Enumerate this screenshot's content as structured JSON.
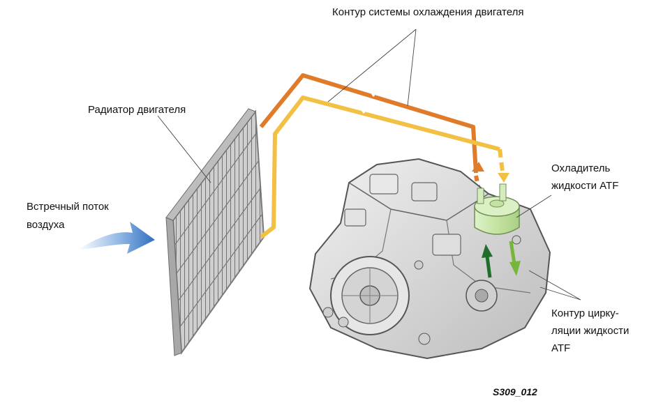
{
  "labels": {
    "engine_cooling_circuit": "Контур системы охлаждения двигателя",
    "engine_radiator": "Радиатор двигателя",
    "airflow_line1": "Встречный поток",
    "airflow_line2": "воздуха",
    "atf_cooler_line1": "Охладитель",
    "atf_cooler_line2": "жидкости ATF",
    "atf_circuit_line1": "Контур цирку-",
    "atf_circuit_line2": "ляции жидкости",
    "atf_circuit_line3": "ATF"
  },
  "figure_code": "S309_012",
  "colors": {
    "hot_line": "#e07b2a",
    "cool_line": "#f2c043",
    "atf_up_arrow": "#1f6f2a",
    "atf_down_arrow": "#76b63a",
    "atf_cooler": "#c7e6a8",
    "airflow_arrow": "#2f6fbf",
    "radiator_frame": "#9a9a9a",
    "transmission": "#d8d8d8"
  }
}
